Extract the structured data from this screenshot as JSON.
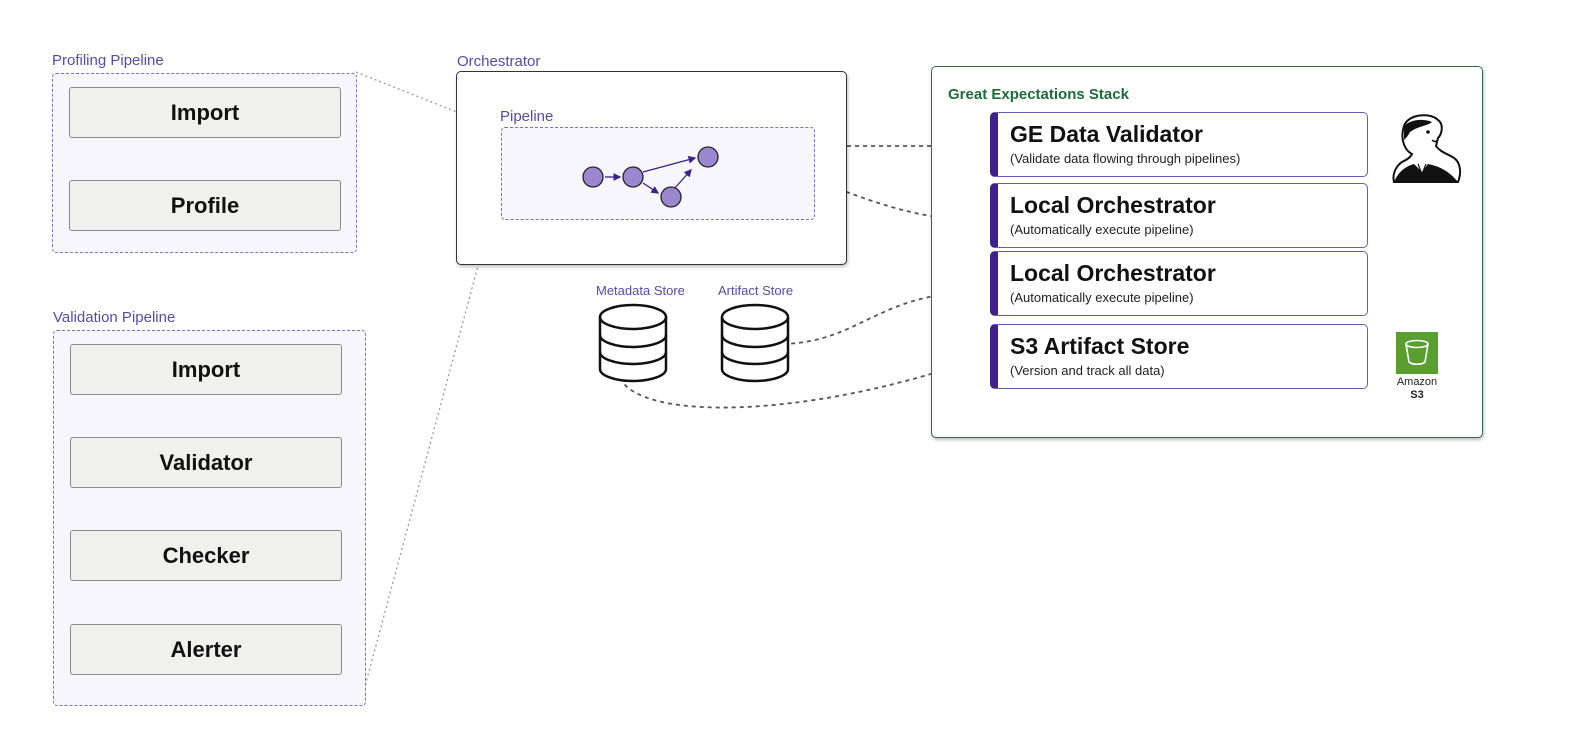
{
  "profiling_pipeline": {
    "label": "Profiling Pipeline",
    "steps": [
      "Import",
      "Profile"
    ]
  },
  "validation_pipeline": {
    "label": "Validation Pipeline",
    "steps": [
      "Import",
      "Validator",
      "Checker",
      "Alerter"
    ]
  },
  "orchestrator": {
    "label": "Orchestrator",
    "pipeline_label": "Pipeline"
  },
  "stores": {
    "metadata_label": "Metadata Store",
    "artifact_label": "Artifact Store"
  },
  "ge_stack": {
    "title": "Great Expectations Stack",
    "components": [
      {
        "name": "GE Data Validator",
        "desc": "(Validate data flowing through pipelines)"
      },
      {
        "name": "Local Orchestrator",
        "desc": "(Automatically execute pipeline)"
      },
      {
        "name": "Local Orchestrator",
        "desc": "(Automatically execute pipeline)"
      },
      {
        "name": "S3 Artifact Store",
        "desc": "(Version and track all data)"
      }
    ],
    "s3_logo_text": [
      "Amazon",
      "S3"
    ]
  },
  "colors": {
    "purple_accent": "#3e1f8c",
    "purple_label": "#5a4aa6",
    "green_border": "#2f6b45",
    "dag_node": "#9b86d0",
    "s3_green": "#5a9e2f"
  },
  "icons": [
    "great-expectations-mascot-icon",
    "amazon-s3-bucket-icon",
    "database-cylinder-icon"
  ]
}
